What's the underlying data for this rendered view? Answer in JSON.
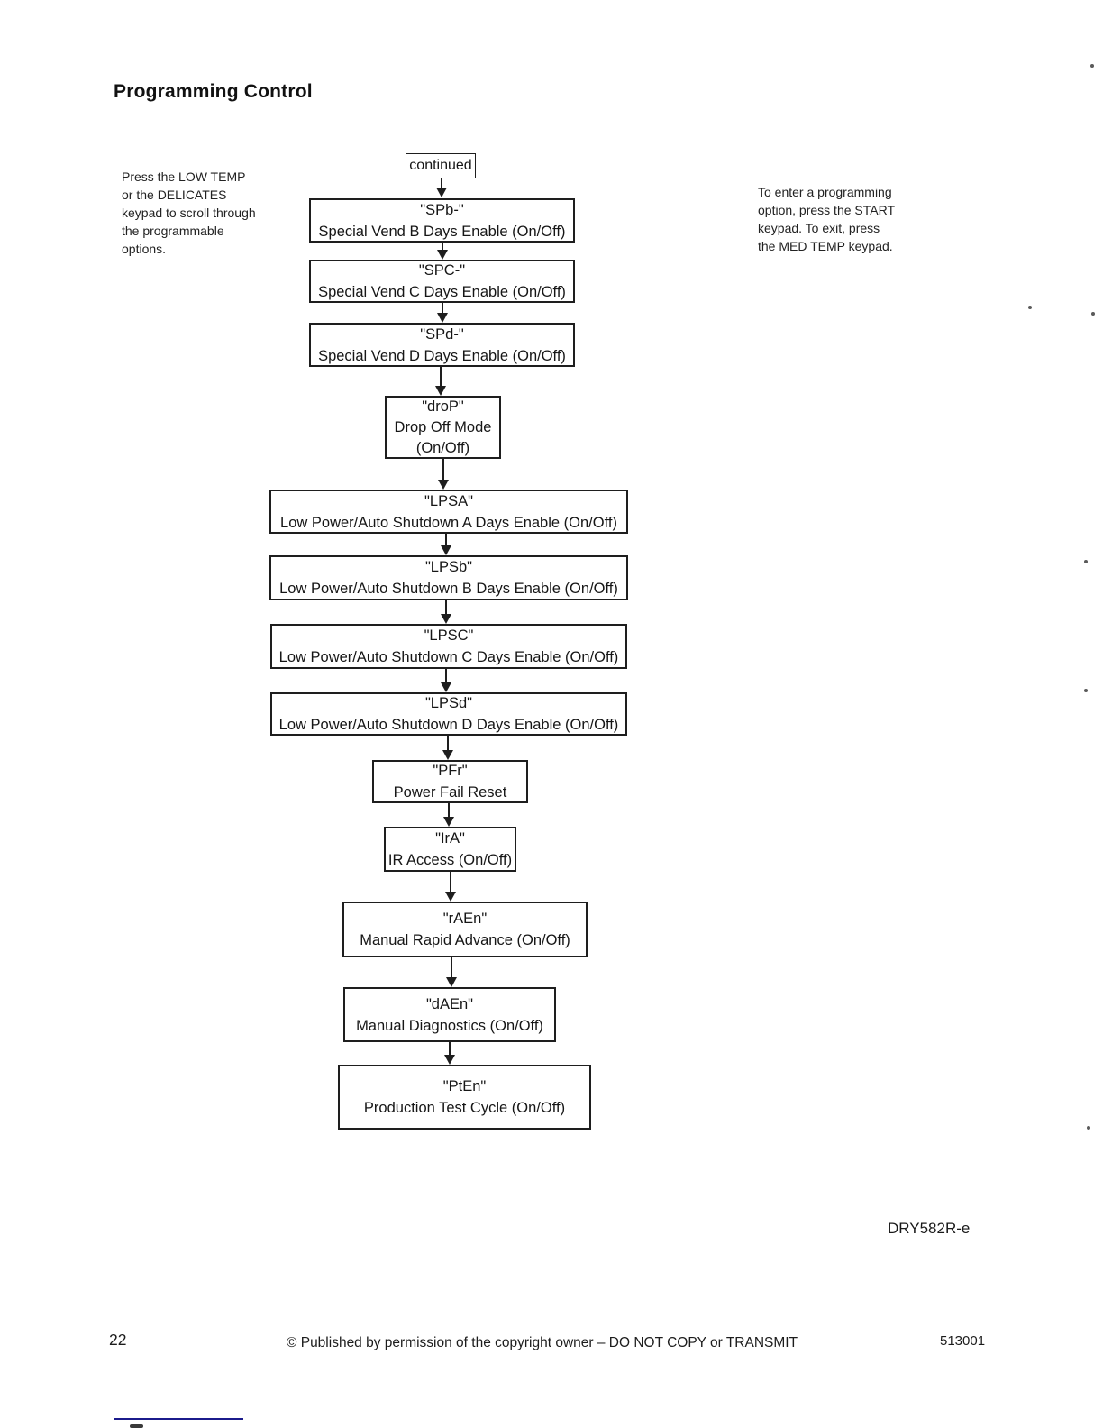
{
  "page": {
    "title": "Programming Control",
    "figure_ref": "DRY582R-e",
    "footer": {
      "page_number": "22",
      "copyright": "© Published by permission of the copyright owner – DO NOT COPY or TRANSMIT",
      "doc_code": "513001"
    }
  },
  "notes": {
    "left": [
      "Press the LOW TEMP",
      "or the DELICATES",
      "keypad to scroll through",
      "the programmable",
      "options."
    ],
    "right": [
      "To enter a programming",
      "option, press the START",
      "keypad. To exit, press",
      "the MED TEMP keypad."
    ]
  },
  "flowchart": {
    "start_label": "continued",
    "nodes": [
      {
        "code": "\"SPb-\"",
        "desc": "Special Vend B Days Enable (On/Off)"
      },
      {
        "code": "\"SPC-\"",
        "desc": "Special Vend C Days Enable (On/Off)"
      },
      {
        "code": "\"SPd-\"",
        "desc": "Special Vend D Days Enable (On/Off)"
      },
      {
        "code": "\"droP\"",
        "desc": "Drop Off Mode",
        "desc2": "(On/Off)"
      },
      {
        "code": "\"LPSA\"",
        "desc": "Low Power/Auto Shutdown A Days Enable (On/Off)"
      },
      {
        "code": "\"LPSb\"",
        "desc": "Low Power/Auto Shutdown B Days Enable (On/Off)"
      },
      {
        "code": "\"LPSC\"",
        "desc": "Low Power/Auto Shutdown C Days Enable (On/Off)"
      },
      {
        "code": "\"LPSd\"",
        "desc": "Low Power/Auto Shutdown D Days Enable (On/Off)"
      },
      {
        "code": "\"PFr\"",
        "desc": "Power Fail Reset"
      },
      {
        "code": "\"IrA\"",
        "desc": "IR Access (On/Off)"
      },
      {
        "code": "\"rAEn\"",
        "desc": "Manual Rapid Advance (On/Off)"
      },
      {
        "code": "\"dAEn\"",
        "desc": "Manual Diagnostics (On/Off)"
      },
      {
        "code": "\"PtEn\"",
        "desc": "Production Test Cycle (On/Off)"
      }
    ]
  }
}
